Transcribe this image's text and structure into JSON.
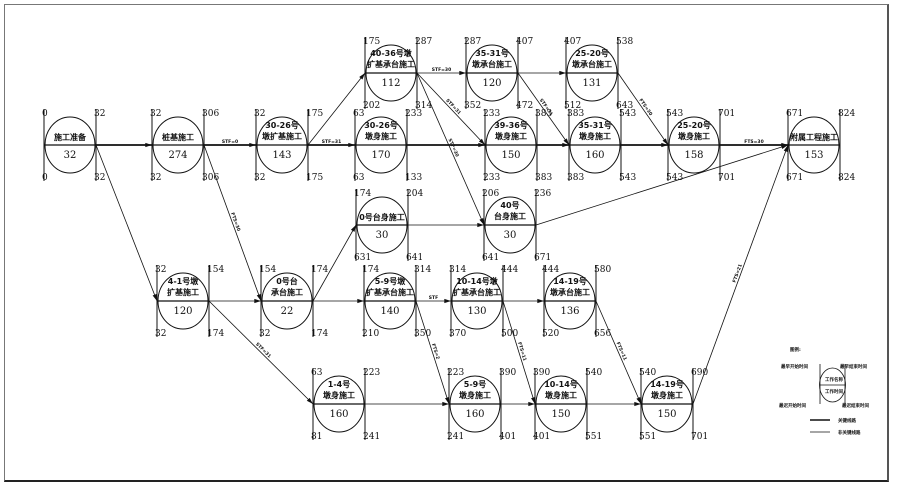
{
  "diagram": {
    "type": "activity-network",
    "nodes": [
      {
        "id": "n1",
        "name": [
          "施工准备"
        ],
        "duration": "32",
        "es": "0",
        "ef": "32",
        "ls": "0",
        "lf": "32"
      },
      {
        "id": "n2",
        "name": [
          "桩基施工"
        ],
        "duration": "274",
        "es": "32",
        "ef": "306",
        "ls": "32",
        "lf": "306"
      },
      {
        "id": "n3",
        "name": [
          "30-26号",
          "墩扩基施工"
        ],
        "duration": "143",
        "es": "32",
        "ef": "175",
        "ls": "32",
        "lf": "175"
      },
      {
        "id": "n4",
        "name": [
          "30-26号",
          "墩身施工"
        ],
        "duration": "170",
        "es": "63",
        "ef": "233",
        "ls": "63",
        "lf": "133"
      },
      {
        "id": "n5",
        "name": [
          "40-36号墩",
          "扩基承台施工"
        ],
        "duration": "112",
        "es": "175",
        "ef": "287",
        "ls": "202",
        "lf": "314"
      },
      {
        "id": "n6",
        "name": [
          "35-31号",
          "墩承台施工"
        ],
        "duration": "120",
        "es": "287",
        "ef": "407",
        "ls": "352",
        "lf": "472"
      },
      {
        "id": "n7",
        "name": [
          "25-20号",
          "墩承台施工"
        ],
        "duration": "131",
        "es": "407",
        "ef": "538",
        "ls": "512",
        "lf": "643"
      },
      {
        "id": "n8",
        "name": [
          "39-36号",
          "墩身施工"
        ],
        "duration": "150",
        "es": "233",
        "ef": "383",
        "ls": "233",
        "lf": "383"
      },
      {
        "id": "n9",
        "name": [
          "35-31号",
          "墩身施工"
        ],
        "duration": "160",
        "es": "383",
        "ef": "543",
        "ls": "383",
        "lf": "543"
      },
      {
        "id": "n10",
        "name": [
          "25-20号",
          "墩身施工"
        ],
        "duration": "158",
        "es": "543",
        "ef": "701",
        "ls": "543",
        "lf": "701"
      },
      {
        "id": "n11",
        "name": [
          "附属工程施工"
        ],
        "duration": "153",
        "es": "671",
        "ef": "824",
        "ls": "671",
        "lf": "824"
      },
      {
        "id": "n12",
        "name": [
          "0号台身施工"
        ],
        "duration": "30",
        "es": "174",
        "ef": "204",
        "ls": "631",
        "lf": "641"
      },
      {
        "id": "n13",
        "name": [
          "40号",
          "台身施工"
        ],
        "duration": "30",
        "es": "206",
        "ef": "236",
        "ls": "641",
        "lf": "671"
      },
      {
        "id": "n14",
        "name": [
          "4-1号墩",
          "扩基施工"
        ],
        "duration": "120",
        "es": "32",
        "ef": "154",
        "ls": "32",
        "lf": "174"
      },
      {
        "id": "n15",
        "name": [
          "0号台",
          "承台施工"
        ],
        "duration": "22",
        "es": "154",
        "ef": "174",
        "ls": "32",
        "lf": "174"
      },
      {
        "id": "n16",
        "name": [
          "5-9号墩",
          "扩基承台施工"
        ],
        "duration": "140",
        "es": "174",
        "ef": "314",
        "ls": "210",
        "lf": "350"
      },
      {
        "id": "n17",
        "name": [
          "10-14号墩",
          "扩基承台施工"
        ],
        "duration": "130",
        "es": "314",
        "ef": "444",
        "ls": "370",
        "lf": "500"
      },
      {
        "id": "n18",
        "name": [
          "14-19号",
          "墩承台施工"
        ],
        "duration": "136",
        "es": "444",
        "ef": "580",
        "ls": "520",
        "lf": "656"
      },
      {
        "id": "n19",
        "name": [
          "1-4号",
          "墩身施工"
        ],
        "duration": "160",
        "es": "63",
        "ef": "223",
        "ls": "81",
        "lf": "241"
      },
      {
        "id": "n20",
        "name": [
          "5-9号",
          "墩身施工"
        ],
        "duration": "160",
        "es": "223",
        "ef": "390",
        "ls": "241",
        "lf": "401"
      },
      {
        "id": "n21",
        "name": [
          "10-14号",
          "墩身施工"
        ],
        "duration": "150",
        "es": "390",
        "ef": "540",
        "ls": "401",
        "lf": "551"
      },
      {
        "id": "n22",
        "name": [
          "14-19号",
          "墩身施工"
        ],
        "duration": "150",
        "es": "540",
        "ef": "690",
        "ls": "551",
        "lf": "701"
      }
    ],
    "edges": [
      {
        "from": "n1",
        "to": "n2",
        "label": "",
        "critical": true
      },
      {
        "from": "n2",
        "to": "n3",
        "label": "STF=0",
        "critical": true
      },
      {
        "from": "n3",
        "to": "n4",
        "label": "STF=31",
        "critical": true
      },
      {
        "from": "n3",
        "to": "n5",
        "label": "",
        "critical": false
      },
      {
        "from": "n5",
        "to": "n6",
        "label": "STF=30",
        "critical": false
      },
      {
        "from": "n6",
        "to": "n7",
        "label": "",
        "critical": false
      },
      {
        "from": "n4",
        "to": "n8",
        "label": "",
        "critical": true
      },
      {
        "from": "n8",
        "to": "n9",
        "label": "",
        "critical": true
      },
      {
        "from": "n9",
        "to": "n10",
        "label": "",
        "critical": true
      },
      {
        "from": "n10",
        "to": "n11",
        "label": "FTS=30",
        "critical": true
      },
      {
        "from": "n5",
        "to": "n8",
        "label": "STF=31",
        "critical": false
      },
      {
        "from": "n5",
        "to": "n13",
        "label": "STF=30",
        "critical": false
      },
      {
        "from": "n6",
        "to": "n9",
        "label": "STF=31",
        "critical": false
      },
      {
        "from": "n7",
        "to": "n10",
        "label": "FTS=30",
        "critical": false
      },
      {
        "from": "n1",
        "to": "n14",
        "label": "",
        "critical": false
      },
      {
        "from": "n2",
        "to": "n15",
        "label": "FTS=30",
        "critical": false
      },
      {
        "from": "n14",
        "to": "n15",
        "label": "",
        "critical": false
      },
      {
        "from": "n15",
        "to": "n12",
        "label": "",
        "critical": false
      },
      {
        "from": "n12",
        "to": "n13",
        "label": "",
        "critical": false
      },
      {
        "from": "n13",
        "to": "n11",
        "label": "",
        "critical": false
      },
      {
        "from": "n15",
        "to": "n16",
        "label": "",
        "critical": false
      },
      {
        "from": "n16",
        "to": "n17",
        "label": "STF",
        "critical": false
      },
      {
        "from": "n17",
        "to": "n18",
        "label": "",
        "critical": false
      },
      {
        "from": "n14",
        "to": "n19",
        "label": "STF=31",
        "critical": false
      },
      {
        "from": "n16",
        "to": "n20",
        "label": "FTS=2",
        "critical": false
      },
      {
        "from": "n19",
        "to": "n20",
        "label": "",
        "critical": false
      },
      {
        "from": "n17",
        "to": "n21",
        "label": "FTS=11",
        "critical": false
      },
      {
        "from": "n20",
        "to": "n21",
        "label": "",
        "critical": false
      },
      {
        "from": "n18",
        "to": "n22",
        "label": "FTS=11",
        "critical": false
      },
      {
        "from": "n21",
        "to": "n22",
        "label": "",
        "critical": false
      },
      {
        "from": "n22",
        "to": "n11",
        "label": "FTS=21",
        "critical": false
      }
    ],
    "legend": {
      "title": "图例:",
      "top_left": "最早开始时间",
      "top_right": "最早结束时间",
      "bottom_left": "最迟开始时间",
      "bottom_right": "最迟结束时间",
      "node_top": "工作名称",
      "node_bottom": "工作时间",
      "line_critical": "关键线路",
      "line_normal": "非关键线路"
    }
  }
}
